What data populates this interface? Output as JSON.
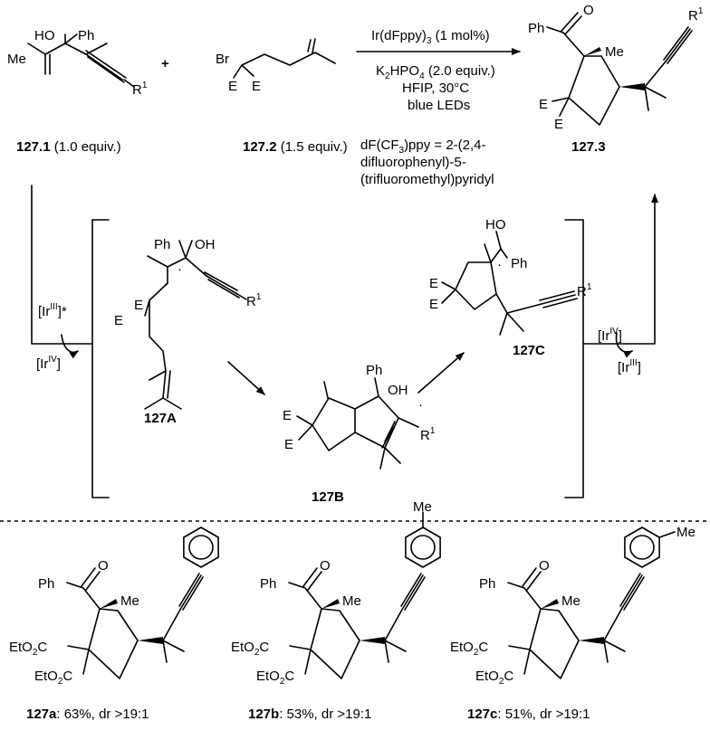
{
  "reaction": {
    "reagent1_label": "127.1",
    "reagent1_equiv": " (1.0 equiv.)",
    "plus": "+",
    "reagent2_label": "127.2",
    "reagent2_equiv": " (1.5 equiv.)",
    "product_label": "127.3",
    "conditions": {
      "catalyst": "Ir(dFppy)",
      "catalyst_sub": "3",
      "catalyst_load": " (1 mol%)",
      "base_a": "K",
      "base_sub1": "2",
      "base_b": "HPO",
      "base_sub2": "4",
      "base_c": " (2.0 equiv.)",
      "solvent": "HFIP, 30°C",
      "light": "blue LEDs",
      "note_line1a": "dF(CF",
      "note_line1sub": "3",
      "note_line1b": ")ppy = 2-(2,4-",
      "note_line2": "difluorophenyl)-5-",
      "note_line3": "(trifluoromethyl)pyridyl"
    }
  },
  "mechanism": {
    "ir3_star": "[Ir",
    "ir3_sup": "III",
    "ir3_end": "]*",
    "ir4_left": "[Ir",
    "ir4_left_sup": "IV",
    "ir4_right": "[Ir",
    "ir4_right_sup": "IV",
    "ir3_right": "[Ir",
    "ir3_right_sup": "III",
    "int_a": "127A",
    "int_b": "127B",
    "int_c": "127C"
  },
  "atoms": {
    "ho": "HO",
    "oh": "OH",
    "ph": "Ph",
    "me": "Me",
    "br": "Br",
    "e": "E",
    "r": "R",
    "r_sup": "1",
    "o": "O",
    "radical": "·",
    "eto2c_a": "EtO",
    "eto2c_sub": "2",
    "eto2c_b": "C",
    "co2et_a": "EtO",
    "co2et_sub": "2",
    "co2et_b": "C"
  },
  "scope": [
    {
      "label": "127a",
      "result": ": 63%, dr >19:1"
    },
    {
      "label": "127b",
      "result": ": 53%, dr >19:1"
    },
    {
      "label": "127c",
      "result": ": 51%, dr >19:1"
    }
  ],
  "colors": {
    "ink": "#000000",
    "background": "#ffffff"
  }
}
